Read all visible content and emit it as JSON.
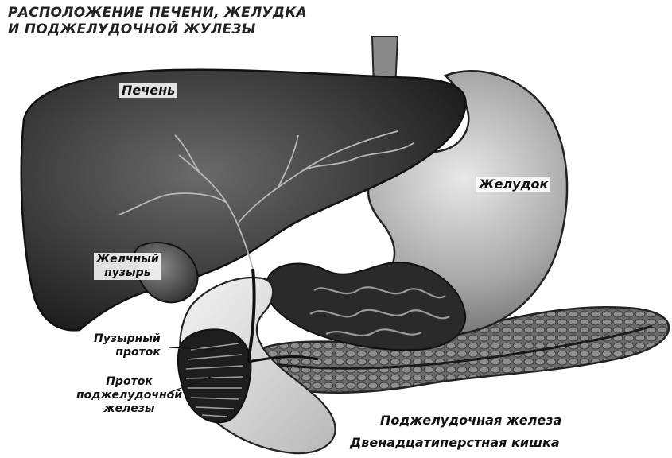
{
  "title": {
    "line1": "РАСПОЛОЖЕНИЕ ПЕЧЕНИ, ЖЕЛУДКА",
    "line2": "И ПОДЖЕЛУДОЧНОЙ ЖУЛЕЗЫ"
  },
  "labels": {
    "liver": "Печень",
    "stomach": "Желудок",
    "gallbladder": {
      "line1": "Желчный",
      "line2": "пузырь"
    },
    "cystic_duct": {
      "line1": "Пузырный",
      "line2": "проток"
    },
    "pancreatic_duct": {
      "line1": "Проток",
      "line2": "поджелудочной",
      "line3": "железы"
    },
    "pancreas": "Поджелудочная железа",
    "duodenum": "Двенадцатиперстная кишка"
  }
}
